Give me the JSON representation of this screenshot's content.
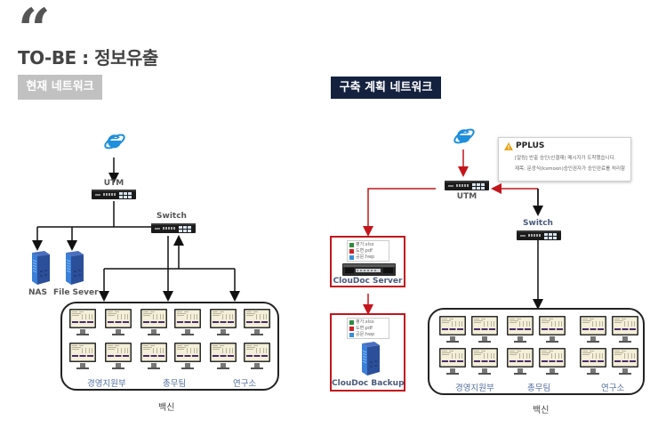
{
  "header": {
    "quote_mark": "“",
    "title": "TO-BE : 정보유출",
    "current_tag": "현재 네트워크",
    "plan_tag": "구축 계획 네트워크"
  },
  "current_network": {
    "internet_icon": "internet-explorer-icon",
    "utm_label": "UTM",
    "switch_label": "Switch",
    "servers": [
      {
        "label": "NAS",
        "icon": "server-icon"
      },
      {
        "label": "File Sever",
        "icon": "server-icon"
      }
    ],
    "departments": [
      "경영지원부",
      "총무팀",
      "연구소"
    ],
    "group_label": "백신",
    "monitor_count": 12
  },
  "planned_network": {
    "internet_icon": "internet-explorer-icon",
    "utm_label": "UTM",
    "switch_label": "Switch",
    "notification": {
      "app": "PPLUS",
      "icon": "warning-icon",
      "line1": "[알림] 반출 승인(신결재) 메시지가 도착했습니다.",
      "line2": "제목: 문광식(ksmoon)승인권자가 승인완료를 처리함"
    },
    "files": [
      {
        "name": "평가.xlsx",
        "color": "#2e8b3e"
      },
      {
        "name": "도면.pdf",
        "color": "#d0212a"
      },
      {
        "name": "공문.hwp",
        "color": "#3a8fd6"
      }
    ],
    "cloudoc_server_label": "ClouDoc Server",
    "cloudoc_backup_label": "ClouDoc Backup",
    "departments": [
      "경영지원부",
      "총무팀",
      "연구소"
    ],
    "group_label": "백신",
    "monitor_count": 12
  },
  "colors": {
    "accent_red": "#c3161c",
    "navy": "#15223f",
    "tag_gray": "#c1c1c1",
    "ie_blue": "#1e8fdc",
    "server_blue": "#2c4f9a"
  }
}
